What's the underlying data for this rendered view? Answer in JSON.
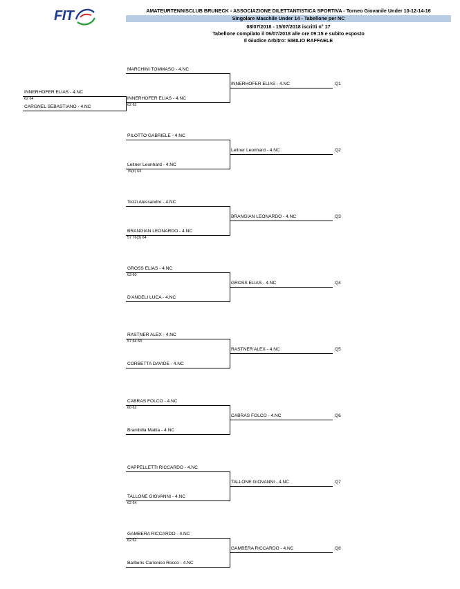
{
  "logo": {
    "text": "FIT"
  },
  "header": {
    "line1": "AMATEURTENNISCLUB  BRUNECK - ASSOCIAZIONE DILETTANTISTICA SPORTIVA - Torneo Giovanile Under 10-12-14-16",
    "band": "Singolare Maschile Under 14 - Tabellone per NC",
    "dates": "08/07/2018 - 15/07/2018   iscritti n° 17",
    "compiled": "Tabellone compilato il 06/07/2018 alle ore 09:15 e subito esposto",
    "referee": "Il Giudice Arbitro: SIBILIO RAFFAELE"
  },
  "prelim": {
    "top": "INNERHOFER ELIAS - 4.NC",
    "score": "62  64",
    "bottom": "CARGNEL SEBASTIANO - 4.NC"
  },
  "matches": [
    {
      "top": "MARCHINI TOMMASO - 4.NC",
      "top_score": "",
      "bottom": "INNERHOFER ELIAS - 4.NC",
      "bottom_score": "62  62",
      "winner": "INNERHOFER ELIAS - 4.NC",
      "q": "Q1"
    },
    {
      "top": "PILOTTO GABRIELE - 4.NC",
      "top_score": "",
      "bottom": "Leitner Leonhard - 4.NC",
      "bottom_score": "76(4)  64",
      "winner": "Leitner Leonhard - 4.NC",
      "q": "Q2"
    },
    {
      "top": "Tozzi Alessandro - 4.NC",
      "top_score": "",
      "bottom": "BRANGIAN LEONARDO - 4.NC",
      "bottom_score": "57  76(3)  64",
      "winner": "BRANGIAN LEONARDO - 4.NC",
      "q": "Q3"
    },
    {
      "top": "GROSS ELIAS - 4.NC",
      "top_score": "63  60",
      "bottom": "D'ANGELI LUCA - 4.NC",
      "bottom_score": "",
      "winner": "GROSS ELIAS - 4.NC",
      "q": "Q4"
    },
    {
      "top": "RASTNER ALEX - 4.NC",
      "top_score": "57  64  63",
      "bottom": "CORBETTA DAVIDE - 4.NC",
      "bottom_score": "",
      "winner": "RASTNER ALEX - 4.NC",
      "q": "Q5"
    },
    {
      "top": "CABRAS FOLCO - 4.NC",
      "top_score": "60  62",
      "bottom": "Brambilla Mattia - 4.NC",
      "bottom_score": "",
      "winner": "CABRAS FOLCO - 4.NC",
      "q": "Q6"
    },
    {
      "top": "CAPPELLETTI RICCARDO - 4.NC",
      "top_score": "",
      "bottom": "TALLONE GIOVANNI - 4.NC",
      "bottom_score": "62  64",
      "winner": "TALLONE GIOVANNI - 4.NC",
      "q": "Q7"
    },
    {
      "top": "GAMBERA RICCARDO - 4.NC",
      "top_score": "62  62",
      "bottom": "Barberis Canonico Rocco - 4.NC",
      "bottom_score": "",
      "winner": "GAMBERA RICCARDO - 4.NC",
      "q": "Q8"
    }
  ],
  "colors": {
    "band": "#b8cce4",
    "logo": "#1f3b8c"
  }
}
